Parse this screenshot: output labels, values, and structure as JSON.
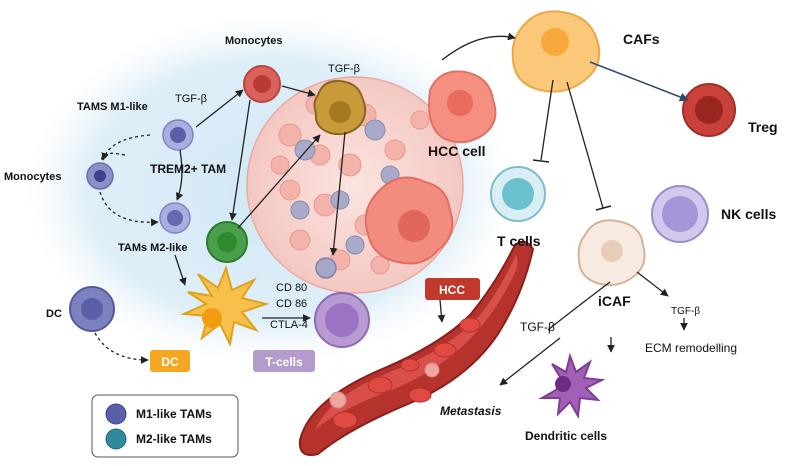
{
  "labels": {
    "monocytes_top": "Monocytes",
    "tgf_beta_1": "TGF-β",
    "tgf_beta_2": "TGF-β",
    "tams_m1_like": "TAMS M1-like",
    "monocytes_left": "Monocytes",
    "trem2_tam": "TREM2+ TAM",
    "tams_m2_like": "TAMs M2-like",
    "dc_left": "DC",
    "cd80": "CD 80",
    "cd86": "CD 86",
    "ctla4": "CTLA-4",
    "caf": "CAFs",
    "treg": "Treg",
    "hcc_cell": "HCC cell",
    "t_cells": "T cells",
    "nk_cells": "NK cells",
    "icaf": "iCAF",
    "tgf_beta_3": "TGF-β",
    "tgf_beta_4": "TGF-β",
    "ecm_remodelling": "ECM remodelling",
    "metastasis": "Metastasis",
    "dendritic_cells": "Dendritic cells"
  },
  "tags": {
    "hcc": "HCC",
    "dc": "DC",
    "t_cells": "T-cells"
  },
  "legend": {
    "items": [
      {
        "label": "M1-like TAMs",
        "color": "#5b5fa8"
      },
      {
        "label": "M2-like TAMs",
        "color": "#2f8a9a"
      }
    ]
  },
  "colors": {
    "hcc_tag": "#c0392b",
    "dc_tag": "#f5a623",
    "tcell_tag": "#b39ccb",
    "background_glow": "#cfe6f4",
    "tumor_mass": "#f7d3cf"
  }
}
